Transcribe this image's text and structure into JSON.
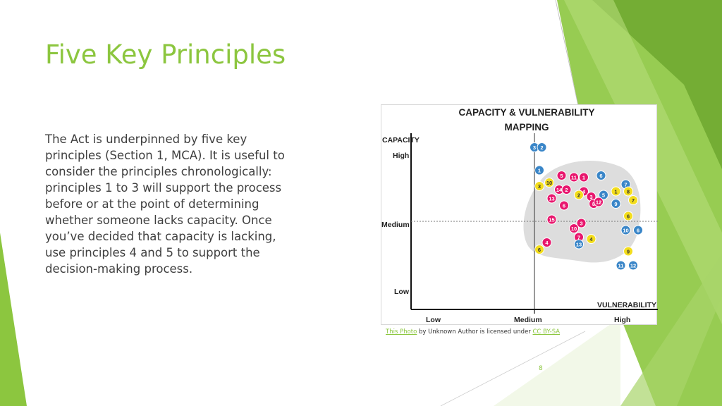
{
  "slide": {
    "title": "Five Key Principles",
    "body": "The Act is underpinned by five key principles (Section 1, MCA). It is useful to consider the principles chronologically: principles 1 to 3 will support the process before or at the point of determining whether someone lacks capacity. Once you’ve decided that capacity is lacking, use principles 4 and 5 to support the decision-making process.",
    "page_number": "8",
    "accent_color": "#8cc63f"
  },
  "caption": {
    "link1": "This Photo",
    "middle": " by Unknown Author is licensed under ",
    "link2": "CC BY-SA"
  },
  "figure": {
    "title_line1": "CAPACITY & VULNERABILITY",
    "title_line2": "MAPPING",
    "y_axis_title": "CAPACITY",
    "y_ticks": [
      "High",
      "Medium",
      "Low"
    ],
    "x_axis_title": "VULNERABILITY",
    "x_ticks": [
      "Low",
      "Medium",
      "High"
    ]
  },
  "chart_data": {
    "type": "scatter",
    "title": "CAPACITY & VULNERABILITY MAPPING",
    "xlabel": "VULNERABILITY",
    "ylabel": "CAPACITY",
    "x_categories": [
      "Low",
      "Medium",
      "High"
    ],
    "y_categories": [
      "Low",
      "Medium",
      "High"
    ],
    "xlim": [
      0,
      10
    ],
    "ylim": [
      0,
      10
    ],
    "grid": false,
    "reference_lines": {
      "x": 5,
      "y": 5
    },
    "colors": {
      "blue": "#3a86c8",
      "pink": "#e8176e",
      "yellow": "#f3dd1d",
      "highlight_region": "#d9d9d9"
    },
    "points": [
      {
        "label": "3",
        "color": "blue",
        "x": 5.0,
        "y": 9.2
      },
      {
        "label": "2",
        "color": "blue",
        "x": 5.3,
        "y": 9.2
      },
      {
        "label": "1",
        "color": "blue",
        "x": 5.2,
        "y": 7.9
      },
      {
        "label": "5",
        "color": "pink",
        "x": 6.1,
        "y": 7.6
      },
      {
        "label": "11",
        "color": "pink",
        "x": 6.6,
        "y": 7.5
      },
      {
        "label": "1",
        "color": "pink",
        "x": 7.0,
        "y": 7.5
      },
      {
        "label": "6",
        "color": "blue",
        "x": 7.7,
        "y": 7.6
      },
      {
        "label": "7",
        "color": "blue",
        "x": 8.7,
        "y": 7.1
      },
      {
        "label": "3",
        "color": "yellow",
        "x": 5.2,
        "y": 7.0
      },
      {
        "label": "10",
        "color": "yellow",
        "x": 5.6,
        "y": 7.2
      },
      {
        "label": "14",
        "color": "pink",
        "x": 6.0,
        "y": 6.8
      },
      {
        "label": "2",
        "color": "pink",
        "x": 6.3,
        "y": 6.8
      },
      {
        "label": "4",
        "color": "pink",
        "x": 7.0,
        "y": 6.7
      },
      {
        "label": "1",
        "color": "yellow",
        "x": 8.3,
        "y": 6.7
      },
      {
        "label": "8",
        "color": "yellow",
        "x": 8.8,
        "y": 6.7
      },
      {
        "label": "13",
        "color": "pink",
        "x": 5.7,
        "y": 6.3
      },
      {
        "label": "2",
        "color": "yellow",
        "x": 6.8,
        "y": 6.5
      },
      {
        "label": "3",
        "color": "pink",
        "x": 7.3,
        "y": 6.4
      },
      {
        "label": "5",
        "color": "blue",
        "x": 7.8,
        "y": 6.5
      },
      {
        "label": "6",
        "color": "pink",
        "x": 6.2,
        "y": 5.9
      },
      {
        "label": "8",
        "color": "pink",
        "x": 7.4,
        "y": 6.0
      },
      {
        "label": "12",
        "color": "pink",
        "x": 7.6,
        "y": 6.1
      },
      {
        "label": "9",
        "color": "blue",
        "x": 8.3,
        "y": 6.0
      },
      {
        "label": "7",
        "color": "yellow",
        "x": 9.0,
        "y": 6.2
      },
      {
        "label": "15",
        "color": "pink",
        "x": 5.7,
        "y": 5.1
      },
      {
        "label": "3",
        "color": "pink",
        "x": 6.9,
        "y": 4.9
      },
      {
        "label": "6",
        "color": "yellow",
        "x": 8.8,
        "y": 5.3
      },
      {
        "label": "10",
        "color": "pink",
        "x": 6.6,
        "y": 4.6
      },
      {
        "label": "10",
        "color": "blue",
        "x": 8.7,
        "y": 4.5
      },
      {
        "label": "6",
        "color": "blue",
        "x": 9.2,
        "y": 4.5
      },
      {
        "label": "7",
        "color": "pink",
        "x": 6.8,
        "y": 4.1
      },
      {
        "label": "4",
        "color": "yellow",
        "x": 7.3,
        "y": 4.0
      },
      {
        "label": "4",
        "color": "pink",
        "x": 5.5,
        "y": 3.8
      },
      {
        "label": "13",
        "color": "blue",
        "x": 6.8,
        "y": 3.7
      },
      {
        "label": "6",
        "color": "yellow",
        "x": 5.2,
        "y": 3.4
      },
      {
        "label": "9",
        "color": "yellow",
        "x": 8.8,
        "y": 3.3
      },
      {
        "label": "11",
        "color": "blue",
        "x": 8.5,
        "y": 2.5
      },
      {
        "label": "12",
        "color": "blue",
        "x": 9.0,
        "y": 2.5
      }
    ]
  }
}
